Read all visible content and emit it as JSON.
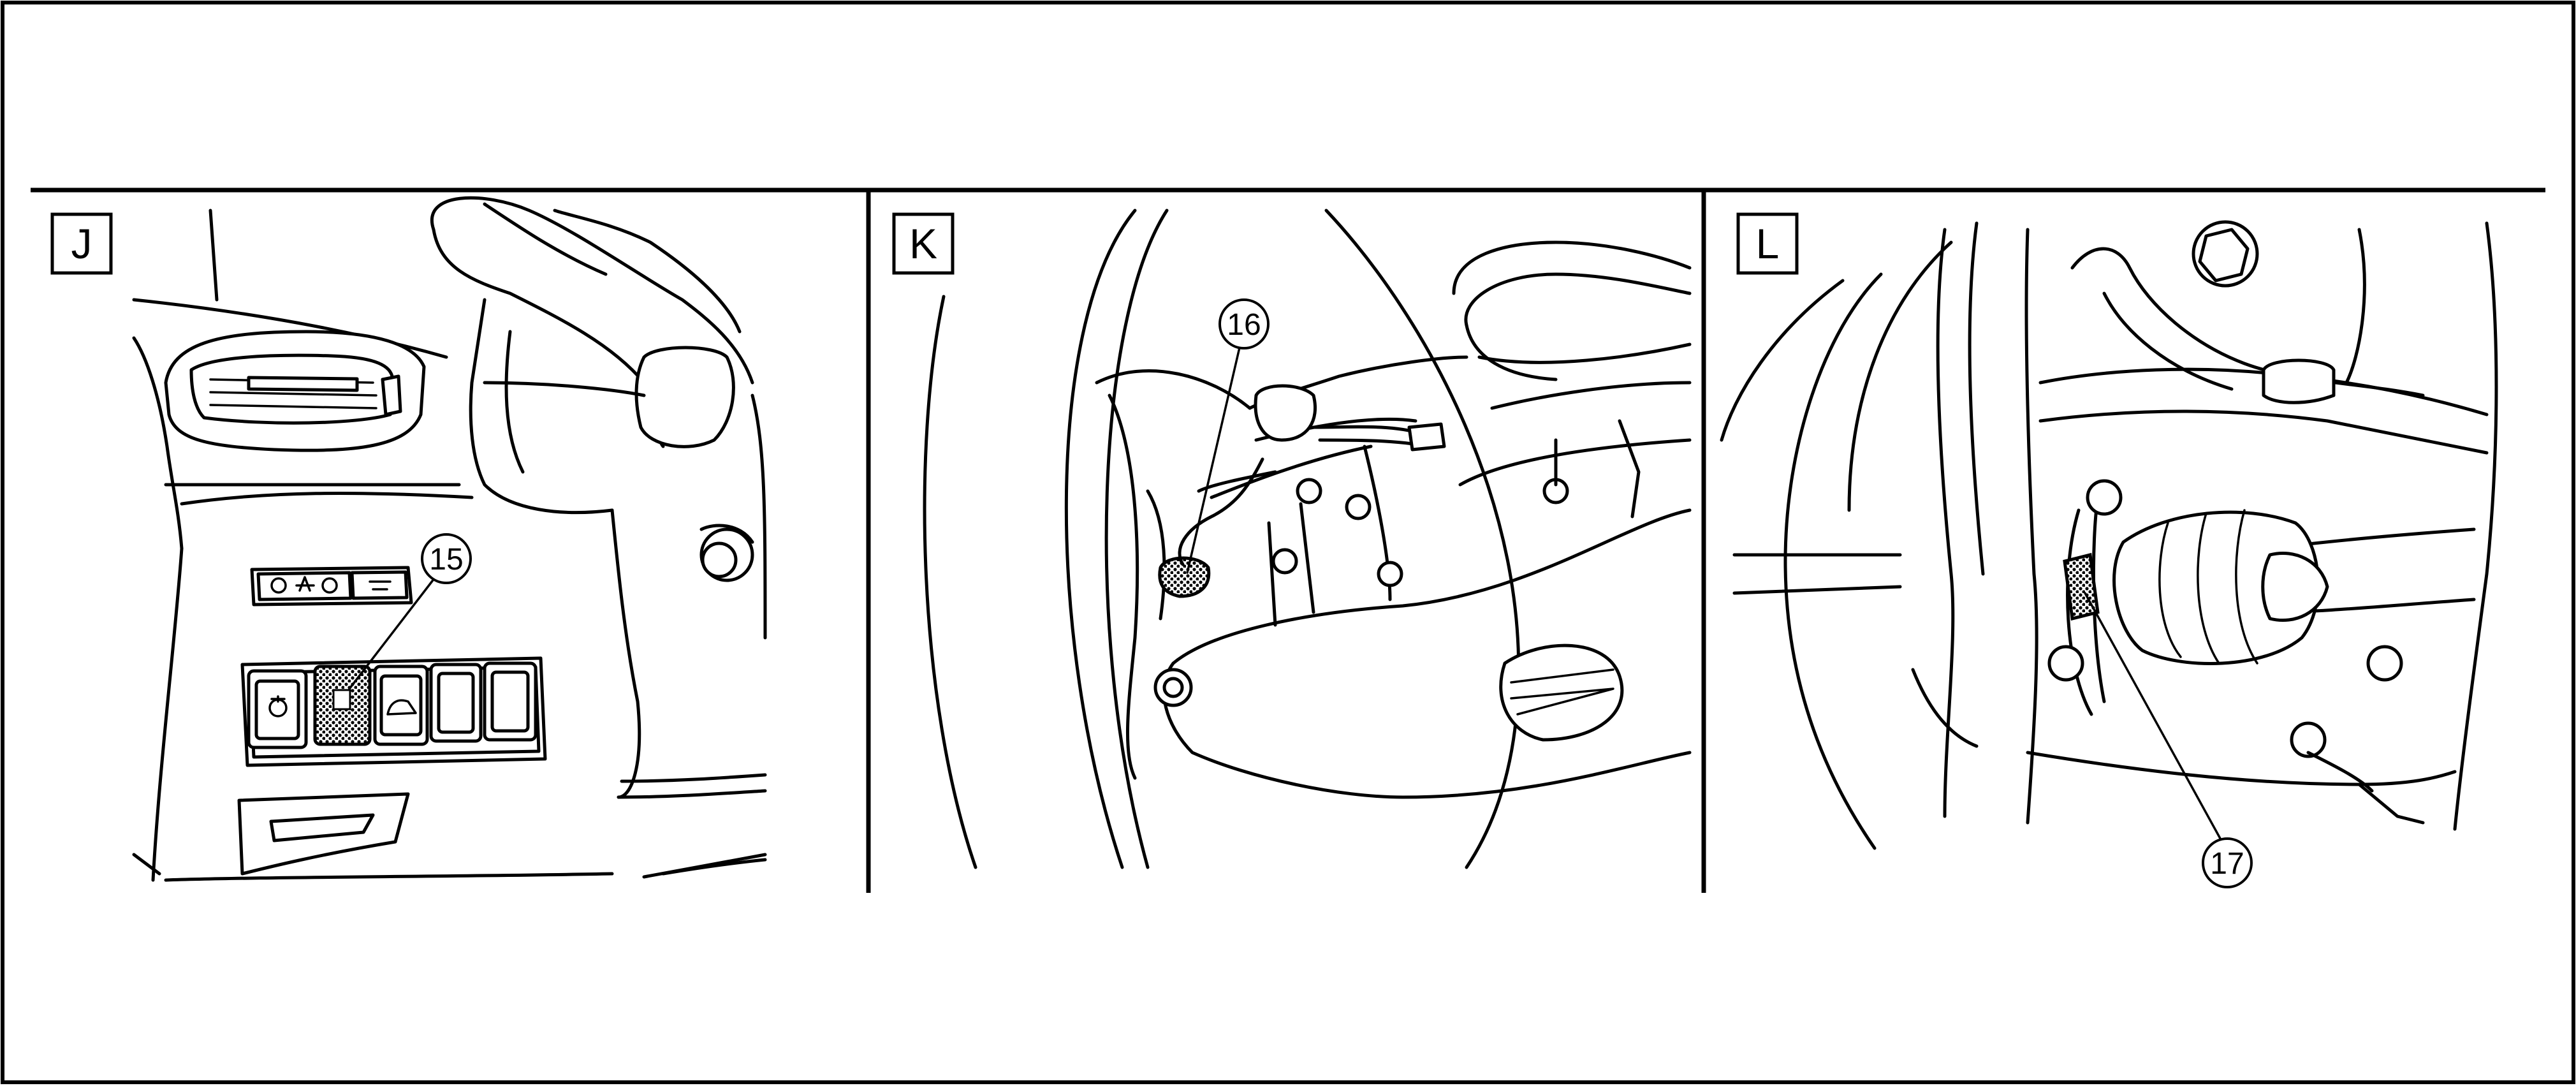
{
  "panels": [
    {
      "label": "J",
      "callout": "15"
    },
    {
      "label": "K",
      "callout": "16"
    },
    {
      "label": "L",
      "callout": "17"
    }
  ],
  "colors": {
    "line": "#000000",
    "background": "#ffffff",
    "highlight": "#555555"
  }
}
